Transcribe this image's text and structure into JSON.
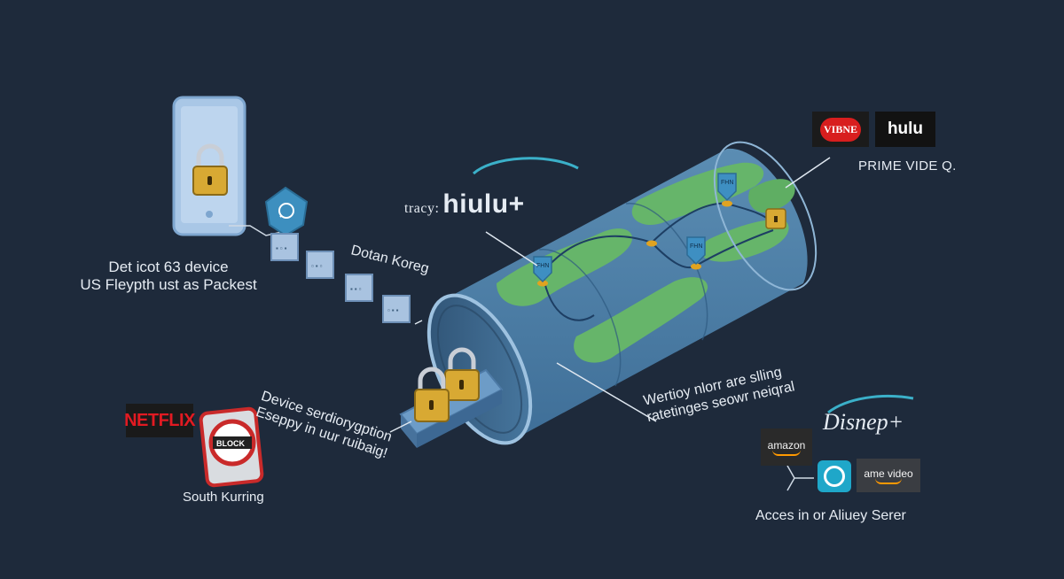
{
  "labels": {
    "phone_line1": "Det icot 63 device",
    "phone_line2": "US Fleypth ust as Packest",
    "packets": "Dotan Koreg",
    "hulu_top_prefix": "tracy:",
    "hulu_top_brand": "hiulu+",
    "device_line1": "Device serdiorygption",
    "device_line2": "Eseppy in uur ruibaig!",
    "routing_line1": "Wertioy nlorr are slling",
    "routing_line2": "ratetinges seowr neiqral",
    "south": "South Kurring",
    "access": "Acces in or Aliuey Serer",
    "prime_top": "PRIME VIDE Q."
  },
  "logos": {
    "vibne": "VIBNE",
    "hulu": "hulu",
    "netflix": "NETFLIX",
    "amazon": "amazon",
    "prime_video": "ame video",
    "disney": "Disnep+"
  },
  "colors": {
    "background": "#1e2a3b",
    "tunnel_ocean": "#4f7fa6",
    "land": "#66b56a",
    "lock_gold": "#d8a933",
    "phone_frame": "#a9c7e6",
    "packet_cube": "#a9c3e0",
    "route_line": "#1d3e63",
    "accent_arc": "#3bb0c9",
    "pointer_line": "#dfe7f0"
  },
  "icons": [
    "padlock-icon",
    "packet-cube-icon",
    "map-pin-icon",
    "signal-shield-icon",
    "blocked-sign-icon"
  ]
}
